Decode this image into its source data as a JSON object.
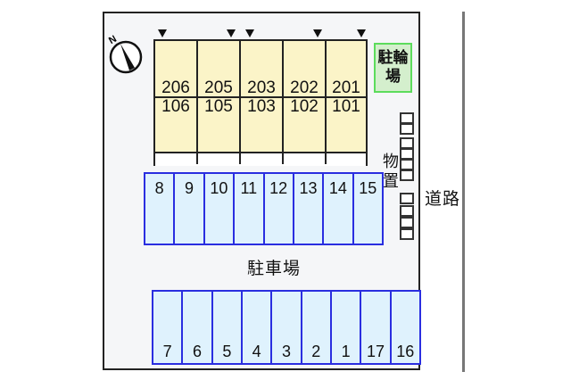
{
  "diagram": {
    "type": "site_plan",
    "compass": {
      "label": "N"
    },
    "building": {
      "units": [
        {
          "upper": "206",
          "lower": "106"
        },
        {
          "upper": "205",
          "lower": "105"
        },
        {
          "upper": "203",
          "lower": "103"
        },
        {
          "upper": "202",
          "lower": "102"
        },
        {
          "upper": "201",
          "lower": "101"
        }
      ],
      "entrance_markers": 5
    },
    "bicycle_parking": {
      "label": "駐輪場"
    },
    "storage": {
      "label": "物置"
    },
    "road": {
      "label": "道路"
    },
    "parking": {
      "label": "駐車場",
      "top_row": [
        "8",
        "9",
        "10",
        "11",
        "12",
        "13",
        "14",
        "15"
      ],
      "bottom_row": [
        "7",
        "6",
        "5",
        "4",
        "3",
        "2",
        "1",
        "17",
        "16"
      ]
    },
    "colors": {
      "building_fill": "#fbf4c8",
      "parking_fill": "#dff2fd",
      "parking_border": "#2a2ee0",
      "bike_fill": "#d4efcd",
      "bike_border": "#5cdc5c"
    }
  }
}
